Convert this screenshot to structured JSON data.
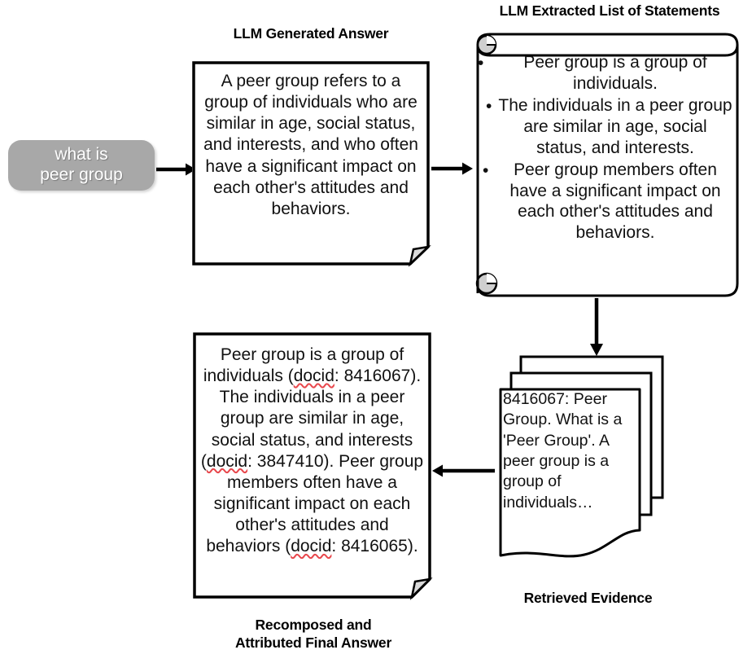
{
  "diagram": {
    "title_captions": {
      "answer": "LLM Generated Answer",
      "scroll": "LLM Extracted List of Statements",
      "evidence": "Retrieved Evidence",
      "final": "Recomposed and\nAttributed Final Answer"
    },
    "colors": {
      "bubble_fill": "#a8a8a8",
      "bubble_text": "#ffffff",
      "stroke": "#000000",
      "paper": "#ffffff",
      "dogear_fill": "#d9d9d9",
      "spellcheck_underline": "#e8474c"
    }
  },
  "query": {
    "text": "what is\npeer group"
  },
  "answer": {
    "text": "A peer group refers to a group of individuals who are similar in age, social status, and interests, and who often have a significant impact on each other's attitudes and behaviors."
  },
  "statements": {
    "bullet_glyph": "•",
    "items": [
      "Peer group is a group of individuals.",
      "The individuals in a peer group are similar in age, social status, and interests.",
      "Peer group members often have a significant impact on each other's attitudes and behaviors."
    ]
  },
  "evidence": {
    "docid": "8416067",
    "snippet": "8416067: Peer Group. What is a 'Peer Group'. A peer group is a group of individuals…",
    "sheet_count": 3
  },
  "final_answer": {
    "segments": [
      {
        "text": "Peer group is a group of individuals (",
        "misspelled": false
      },
      {
        "text": "docid",
        "misspelled": true
      },
      {
        "text": ": 8416067). The individuals in a peer group are similar in age, social status, and interests (",
        "misspelled": false
      },
      {
        "text": "docid",
        "misspelled": true
      },
      {
        "text": ": 3847410). Peer group members often have a significant impact on each other's attitudes and behaviors (",
        "misspelled": false
      },
      {
        "text": "docid",
        "misspelled": true
      },
      {
        "text": ": 8416065).",
        "misspelled": false
      }
    ],
    "docids": [
      "8416067",
      "3847410",
      "8416065"
    ]
  },
  "arrows": [
    {
      "name": "query-to-answer",
      "direction": "right"
    },
    {
      "name": "answer-to-statements",
      "direction": "right"
    },
    {
      "name": "statements-to-evidence",
      "direction": "down"
    },
    {
      "name": "evidence-to-final",
      "direction": "left"
    }
  ]
}
